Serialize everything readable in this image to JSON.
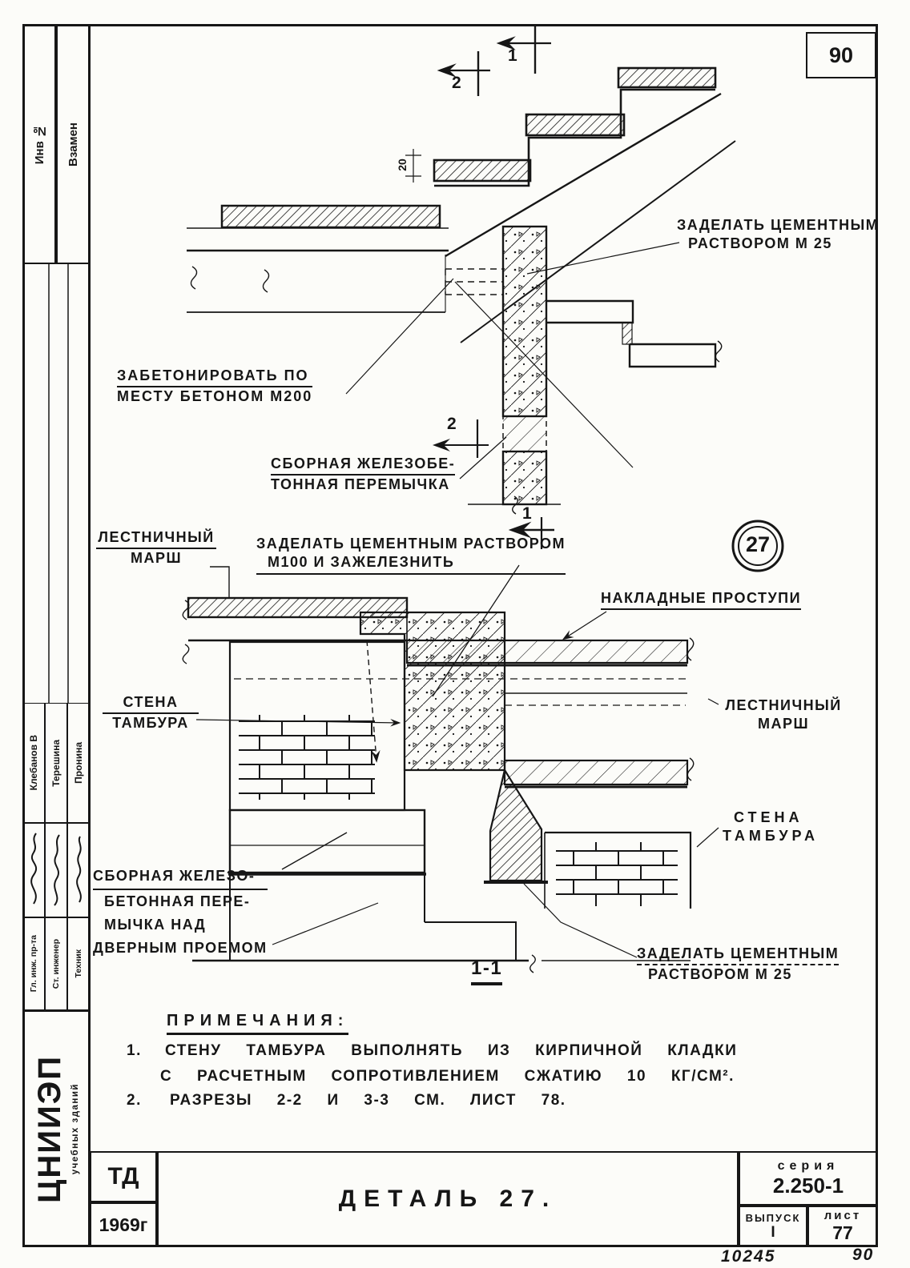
{
  "frame": {
    "corner_sheet_number": "90",
    "footer_left_number": "10245",
    "footer_right_number": "90"
  },
  "sidebar": {
    "inv_label": "Инв №",
    "vzamen_label": "Взамен",
    "signatures": [
      {
        "role": "Гл. инж. пр-та",
        "name": "Клебанов В"
      },
      {
        "role": "Ст. инженер",
        "name": "Терешина"
      },
      {
        "role": "Техник",
        "name": "Пронина"
      }
    ],
    "org_name": "ЦНИИЭП",
    "org_subtitle": "учебных зданий"
  },
  "upper_detail": {
    "marks": {
      "sec1_top": "1",
      "sec2_top": "2",
      "sec2_mid": "2",
      "sec1_bottom": "1"
    },
    "dim": "20",
    "labels": {
      "seal_m25": [
        "Заделать цементным",
        "раствором М 25"
      ],
      "concrete_m200": [
        "Забетонировать по",
        "месту бетоном М200"
      ],
      "precast_lintel": [
        "Сборная железобе-",
        "тонная перемычка"
      ]
    }
  },
  "lower_detail": {
    "detail_bubble": "27",
    "section_title": "1-1",
    "labels": {
      "stair_flight_left": [
        "Лестничный",
        "марш"
      ],
      "seal_m100": [
        "Заделать цементным раствором",
        "М100 и зажелезнить"
      ],
      "treads": "Накладные проступи",
      "tambour_wall_left": [
        "Стена",
        "тамбура"
      ],
      "stair_flight_right": [
        "Лестничный",
        "марш"
      ],
      "tambour_wall_right": [
        "Стена",
        "тамбура"
      ],
      "door_lintel": [
        "Сборная железо-",
        "бетонная пере-",
        "мычка над",
        "дверным проемом"
      ],
      "seal_m25": [
        "Заделать цементным",
        "раствором М 25"
      ]
    }
  },
  "notes": {
    "heading": "Примечания:",
    "items": [
      {
        "num": "1.",
        "lines": [
          "Стену тамбура выполнять из кирпичной кладки",
          "с расчетным сопротивлением сжатию 10 кг/см²."
        ]
      },
      {
        "num": "2.",
        "lines": [
          "Разрезы 2-2 и 3-3 см. лист 78."
        ]
      }
    ]
  },
  "titleblock": {
    "org_code": "ТД",
    "year": "1969г",
    "title": "Деталь 27.",
    "series_label": "серия",
    "series_value": "2.250-1",
    "issue_label": "выпуск",
    "issue_value": "I",
    "sheet_label": "лист",
    "sheet_value": "77"
  }
}
